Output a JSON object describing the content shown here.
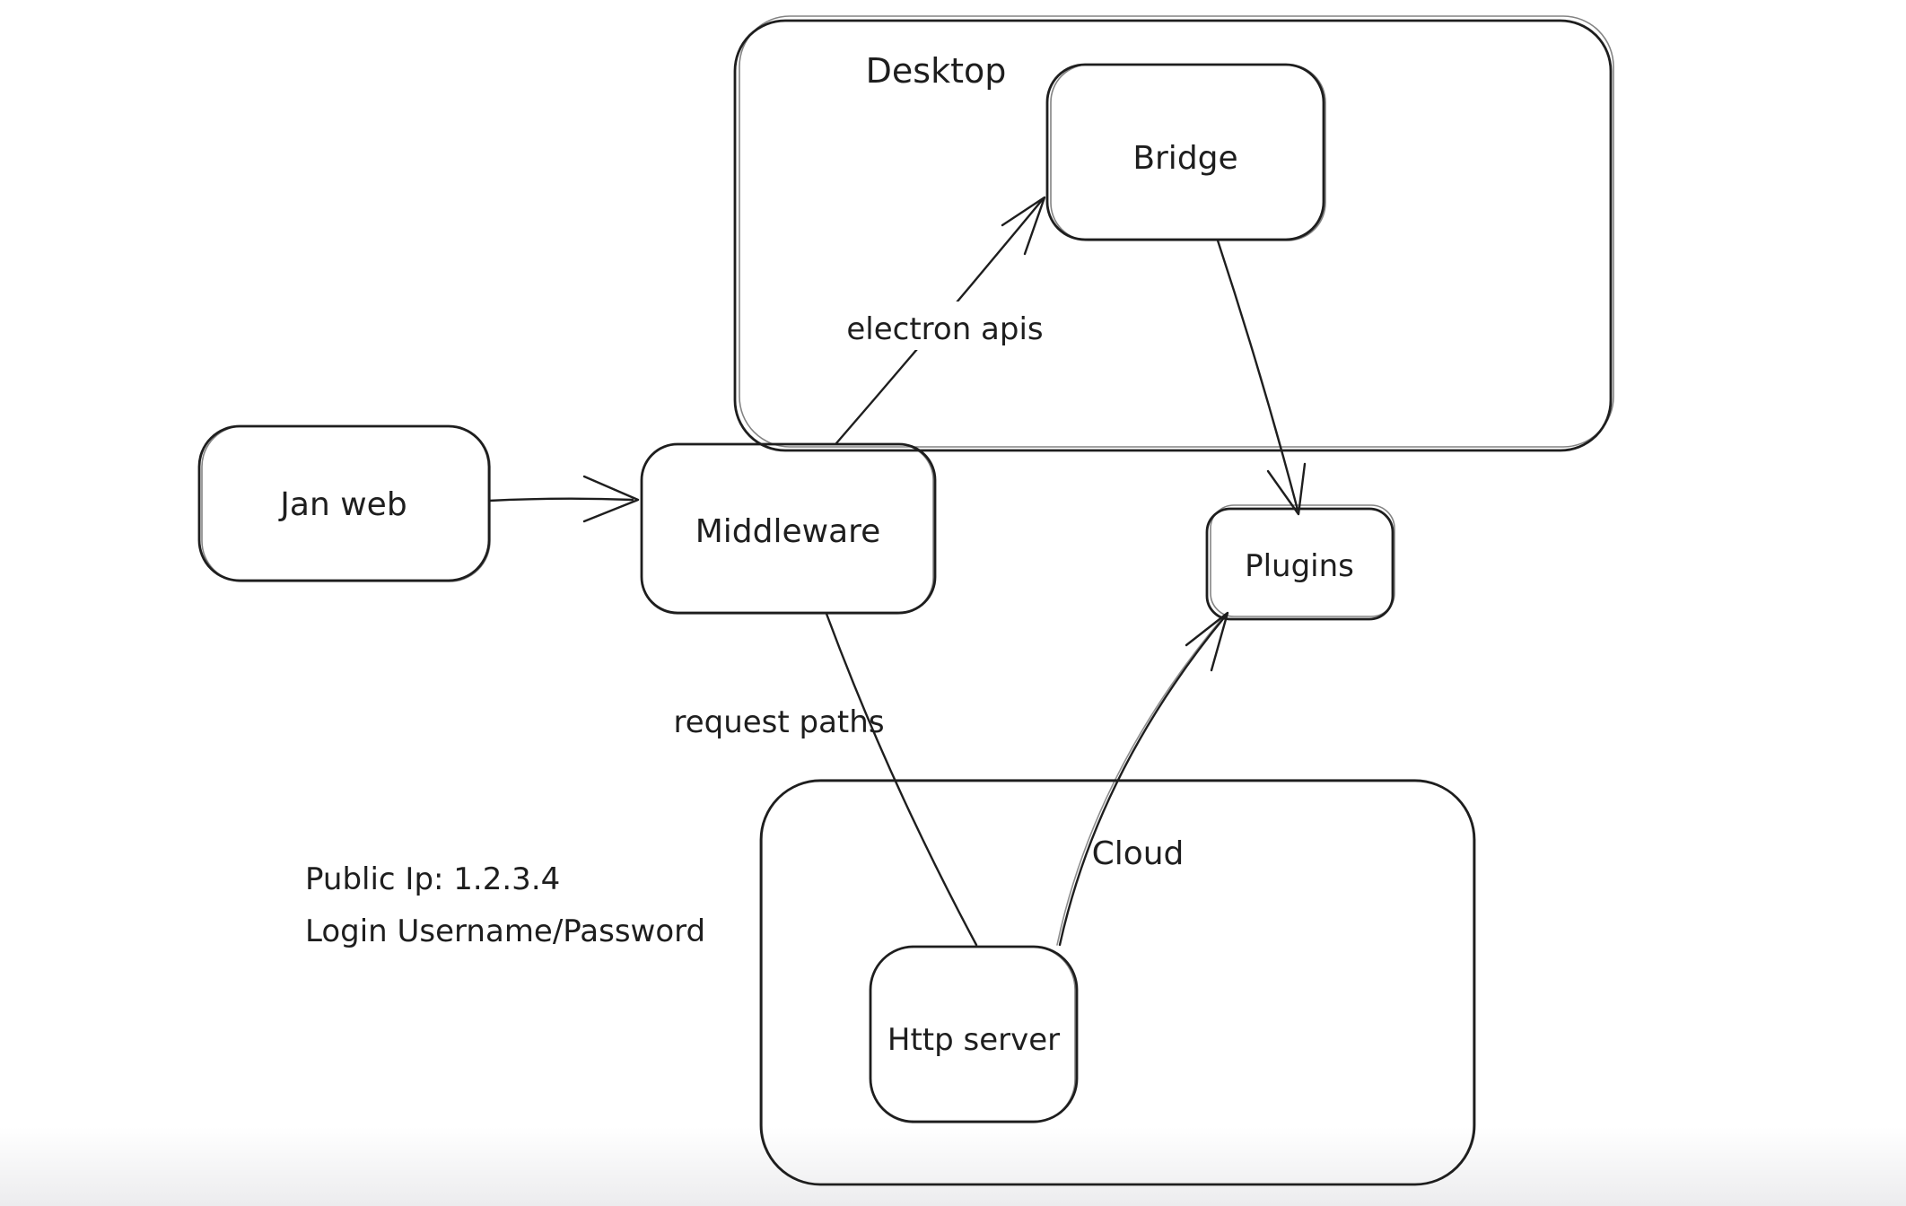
{
  "canvas": {
    "background_color": "#ffffff",
    "stroke_color": "#1e1e1e",
    "footer_fade_color": "#ececee"
  },
  "containers": [
    {
      "id": "desktop",
      "label": "Desktop"
    },
    {
      "id": "cloud",
      "label": "Cloud"
    }
  ],
  "nodes": [
    {
      "id": "jan-web",
      "label": "Jan web"
    },
    {
      "id": "middleware",
      "label": "Middleware"
    },
    {
      "id": "bridge",
      "label": "Bridge"
    },
    {
      "id": "plugins",
      "label": "Plugins"
    },
    {
      "id": "http-server",
      "label": "Http server"
    }
  ],
  "edges": [
    {
      "id": "jan-web-to-middleware",
      "label": ""
    },
    {
      "id": "middleware-to-bridge",
      "label": "electron apis"
    },
    {
      "id": "bridge-to-plugins",
      "label": ""
    },
    {
      "id": "middleware-to-http-server",
      "label": "request paths"
    },
    {
      "id": "http-server-to-plugins",
      "label": ""
    }
  ],
  "annotations": {
    "public_ip": "Public Ip: 1.2.3.4",
    "login": "Login Username/Password"
  }
}
